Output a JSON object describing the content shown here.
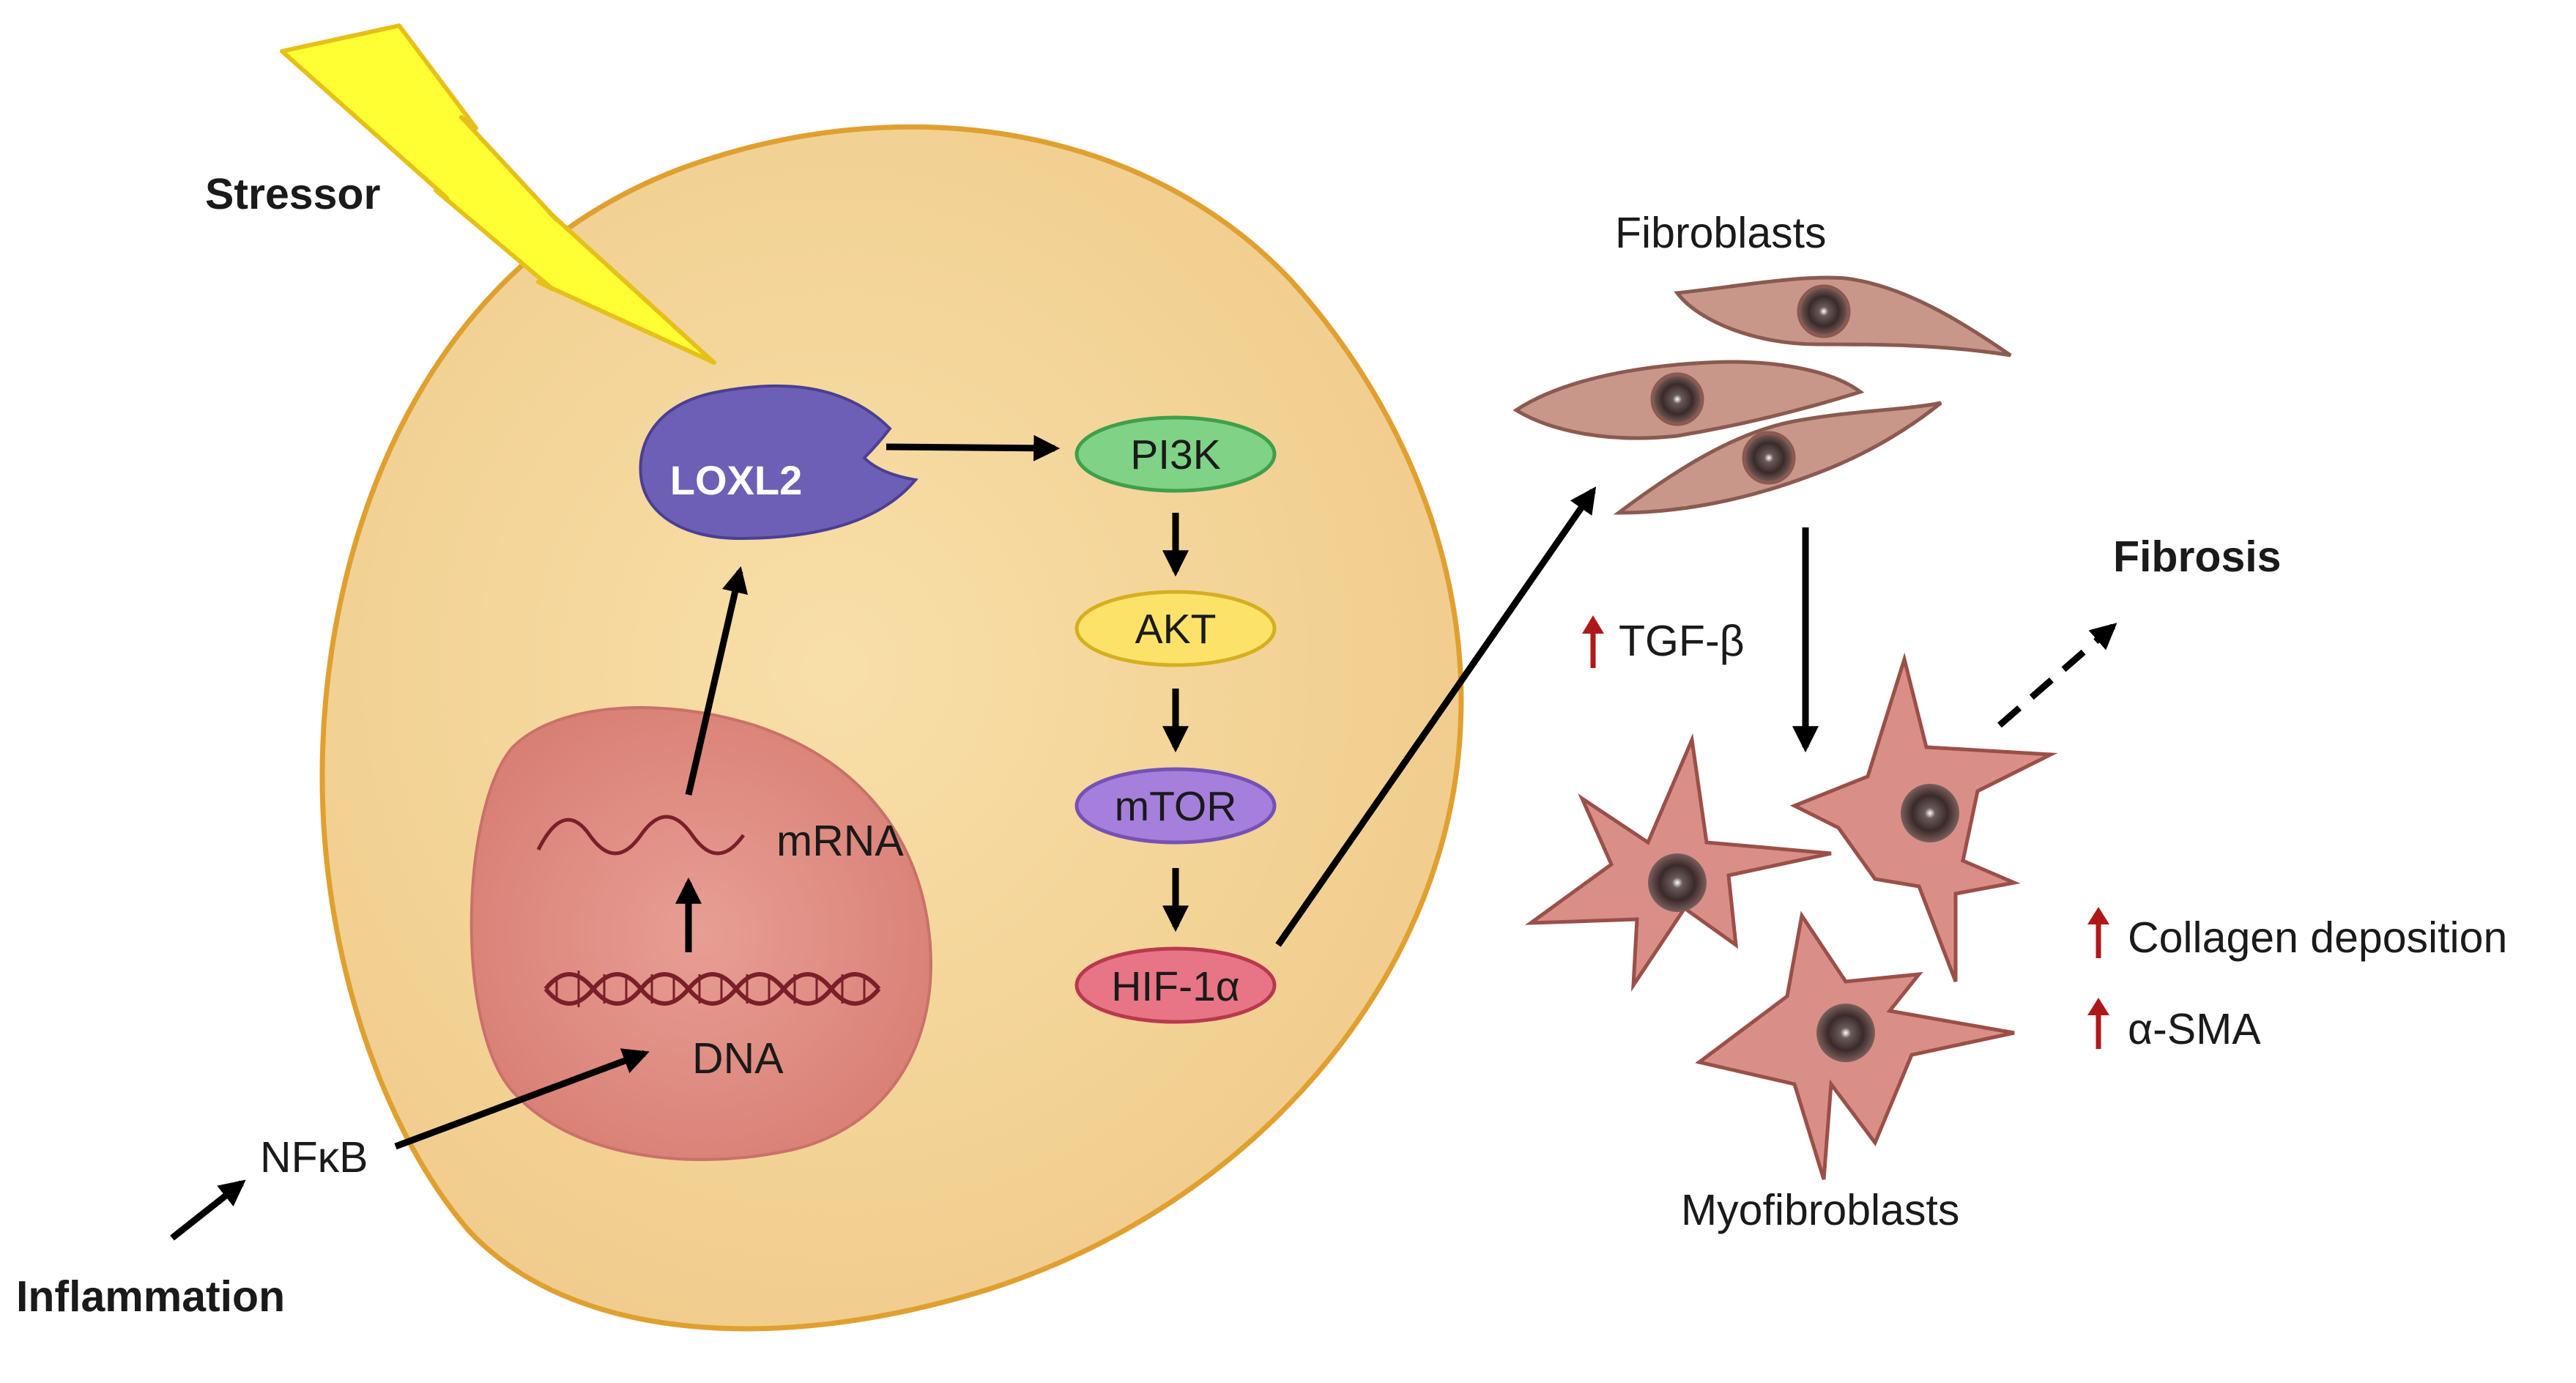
{
  "labels": {
    "stressor": "Stressor",
    "inflammation": "Inflammation",
    "nfkb": "NFκB",
    "dna": "DNA",
    "mrna": "mRNA",
    "fibroblasts": "Fibroblasts",
    "myofibroblasts": "Myofibroblasts",
    "fibrosis": "Fibrosis",
    "tgf": "TGF-β",
    "collagen": "Collagen deposition",
    "asma": "α-SMA"
  },
  "pathway": {
    "loxl2": "LOXL2",
    "pi3k": "PI3K",
    "akt": "AKT",
    "mtor": "mTOR",
    "hif": "HIF-1α"
  },
  "colors": {
    "cell_fill": "#f5d9a0",
    "cell_stroke": "#e0a030",
    "nucleus": "#e0938a",
    "loxl2": "#6c5fb5",
    "pi3k": "#7fd286",
    "akt": "#fde26a",
    "mtor": "#a67fdc",
    "hif": "#e77585",
    "stressor": "#ffff33",
    "fibroblast": "#c9968a",
    "myofibroblast": "#d98f87",
    "increase_arrow": "#b01818"
  }
}
